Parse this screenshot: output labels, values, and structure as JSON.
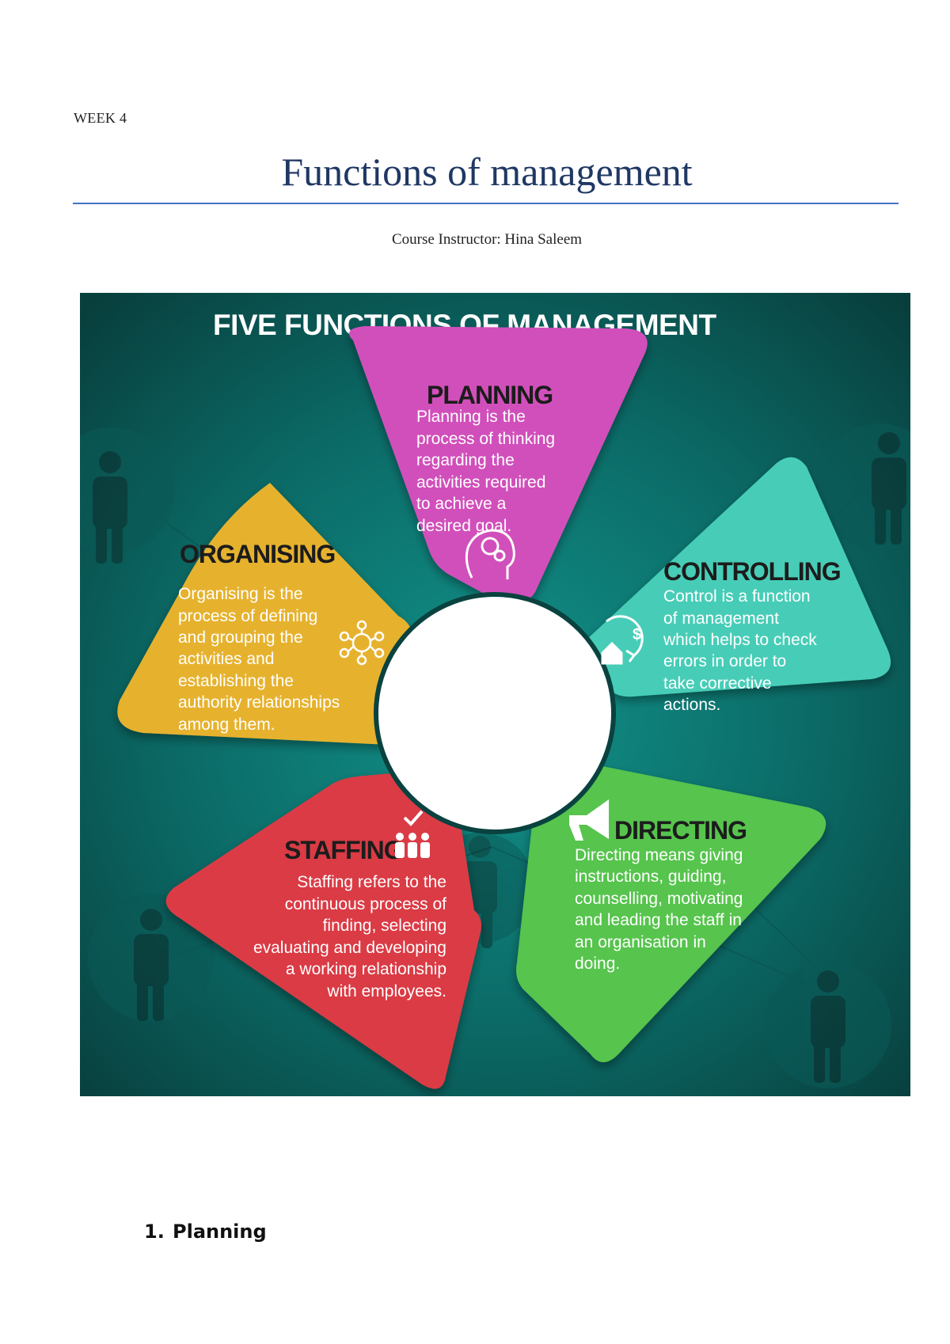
{
  "header": {
    "week_label": "WEEK 4",
    "title": "Functions of management",
    "instructor": "Course Instructor: Hina Saleem"
  },
  "infographic": {
    "title": "FIVE FUNCTIONS OF MANAGEMENT",
    "colors": {
      "background": "#0e6e6a",
      "planning": "#d14fbb",
      "controlling": "#46cdb7",
      "directing": "#57c44e",
      "staffing": "#da3b45",
      "organising": "#e6b22f",
      "center": "#ffffff"
    },
    "functions": [
      {
        "key": "planning",
        "title": "PLANNING",
        "icon": "brain-head-icon",
        "text_lines": [
          "Planning is the",
          "process of thinking",
          "regarding the",
          "activities required",
          "to achieve a",
          "desired goal."
        ]
      },
      {
        "key": "controlling",
        "title": "CONTROLLING",
        "icon": "house-dollar-cycle-icon",
        "text_lines": [
          "Control is a function",
          "of management",
          "which helps to check",
          "errors in order to",
          "take corrective",
          "actions."
        ]
      },
      {
        "key": "directing",
        "title": "DIRECTING",
        "icon": "megaphone-icon",
        "text_lines": [
          "Directing means giving",
          "instructions, guiding,",
          "counselling, motivating",
          "and leading the staff in",
          "an organisation in",
          "doing."
        ]
      },
      {
        "key": "staffing",
        "title": "STAFFING",
        "icon": "team-check-icon",
        "text_lines": [
          "Staffing refers to the",
          "continuous process of",
          "finding, selecting",
          "evaluating and developing",
          "a working relationship",
          "with employees."
        ]
      },
      {
        "key": "organising",
        "title": "ORGANISING",
        "icon": "network-nodes-icon",
        "text_lines": [
          "Organising is the",
          "process of defining",
          "and grouping the",
          "activities and",
          "establishing the",
          "authority relationships",
          "among them."
        ]
      }
    ]
  },
  "sections": [
    {
      "number": "1.",
      "heading": "Planning"
    }
  ]
}
